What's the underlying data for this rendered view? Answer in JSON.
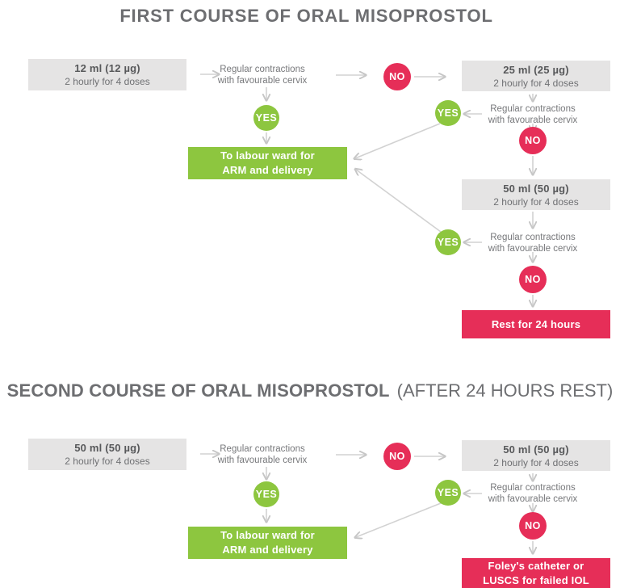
{
  "colors": {
    "accent_red": "#e62e58",
    "accent_green": "#8dc63f",
    "box_gray": "#e5e4e4",
    "title_gray": "#6d6e71",
    "text_gray": "#77787b",
    "arrow_gray": "#d2d2d2"
  },
  "charts": [
    {
      "title": "FIRST COURSE OF ORAL MISOPROSTOL",
      "title_note": "",
      "yes": "YES",
      "no": "NO",
      "start_dose": {
        "dose": "12 ml (12 µg)",
        "schedule": "2 hourly for 4 doses"
      },
      "check1": {
        "line1": "Regular contractions",
        "line2": "with favourable cervix"
      },
      "escalation1": {
        "dose": "25 ml (25 µg)",
        "schedule": "2 hourly for 4 doses"
      },
      "check2": {
        "line1": "Regular contractions",
        "line2": "with favourable cervix"
      },
      "escalation2": {
        "dose": "50 ml (50 µg)",
        "schedule": "2 hourly for 4 doses"
      },
      "check3": {
        "line1": "Regular contractions",
        "line2": "with favourable cervix"
      },
      "success": {
        "line1": "To labour ward for",
        "line2": "ARM and delivery"
      },
      "failure": {
        "line1": "Rest for 24 hours",
        "line2": ""
      }
    },
    {
      "title": "SECOND COURSE OF ORAL MISOPROSTOL",
      "title_note": "(AFTER 24 HOURS REST)",
      "yes": "YES",
      "no": "NO",
      "start_dose": {
        "dose": "50 ml (50 µg)",
        "schedule": "2 hourly for 4 doses"
      },
      "check1": {
        "line1": "Regular contractions",
        "line2": "with favourable cervix"
      },
      "escalation1": {
        "dose": "50 ml (50 µg)",
        "schedule": "2 hourly for 4 doses"
      },
      "check2": {
        "line1": "Regular contractions",
        "line2": "with favourable cervix"
      },
      "success": {
        "line1": "To labour ward for",
        "line2": "ARM and delivery"
      },
      "failure": {
        "line1": "Foley's catheter or",
        "line2": "LUSCS for failed IOL"
      }
    }
  ]
}
